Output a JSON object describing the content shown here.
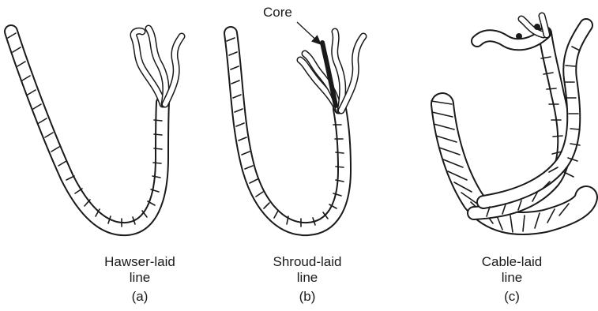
{
  "figure": {
    "core_label": "Core",
    "panels": [
      {
        "line1": "Hawser-laid",
        "line2": "line",
        "letter": "(a)"
      },
      {
        "line1": "Shroud-laid",
        "line2": "line",
        "letter": "(b)"
      },
      {
        "line1": "Cable-laid",
        "line2": "line",
        "letter": "(c)"
      }
    ]
  },
  "colors": {
    "ink": "#1a1a1a",
    "background": "#ffffff"
  }
}
